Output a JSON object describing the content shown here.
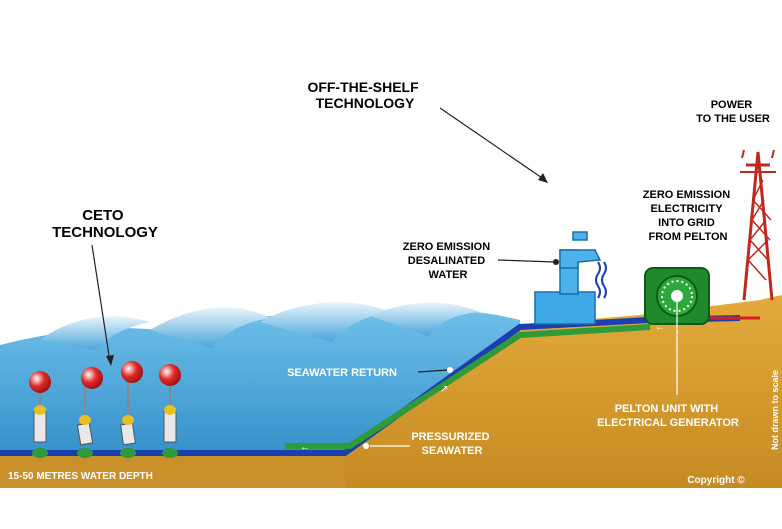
{
  "labels": {
    "off_the_shelf": [
      "OFF-THE-SHELF",
      "TECHNOLOGY"
    ],
    "power_to_user": [
      "POWER",
      "TO THE USER"
    ],
    "zero_emission_electricity": [
      "ZERO EMISSION",
      "ELECTRICITY",
      "INTO GRID",
      "FROM PELTON"
    ],
    "ceto": [
      "CETO",
      "TECHNOLOGY"
    ],
    "zero_emission_water": [
      "ZERO EMISSION",
      "DESALINATED",
      "WATER"
    ],
    "seawater_return": "SEAWATER RETURN",
    "pressurized": [
      "PRESSURIZED",
      "SEAWATER"
    ],
    "pelton": [
      "PELTON UNIT WITH",
      "ELECTRICAL GENERATOR"
    ],
    "depth": "15-50 METRES WATER DEPTH",
    "copyright": "Copyright ©",
    "not_to_scale": "Not drawn to scale"
  },
  "colors": {
    "sea": "#3f9fd6",
    "seabed": "#c9902a",
    "land": "#d8a035",
    "pipe_blue": "#1a3fb0",
    "pipe_green": "#2e9a3a",
    "buoy_red": "#d42020",
    "generator_green": "#1f8a2c",
    "tower_red": "#c0281e"
  }
}
